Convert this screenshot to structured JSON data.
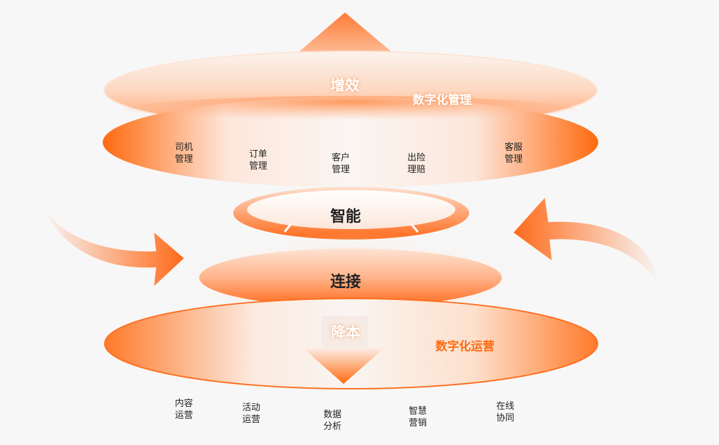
{
  "top": {
    "arrow_label": "增效",
    "title": "数字化管理",
    "items": [
      {
        "line1": "司机",
        "line2": "管理"
      },
      {
        "line1": "订单",
        "line2": "管理"
      },
      {
        "line1": "客户",
        "line2": "管理"
      },
      {
        "line1": "出险",
        "line2": "理赔"
      },
      {
        "line1": "客服",
        "line2": "管理"
      }
    ]
  },
  "middle": {
    "smart_label": "智能",
    "connect_label": "连接"
  },
  "bottom": {
    "arrow_label": "降本",
    "title": "数字化运营",
    "items": [
      {
        "line1": "内容",
        "line2": "运营"
      },
      {
        "line1": "活动",
        "line2": "运营"
      },
      {
        "line1": "数据",
        "line2": "分析"
      },
      {
        "line1": "智慧",
        "line2": "营销"
      },
      {
        "line1": "在线",
        "line2": "协同"
      }
    ]
  },
  "colors": {
    "accent": "#ff6a1a",
    "light": "#fde3d3"
  }
}
